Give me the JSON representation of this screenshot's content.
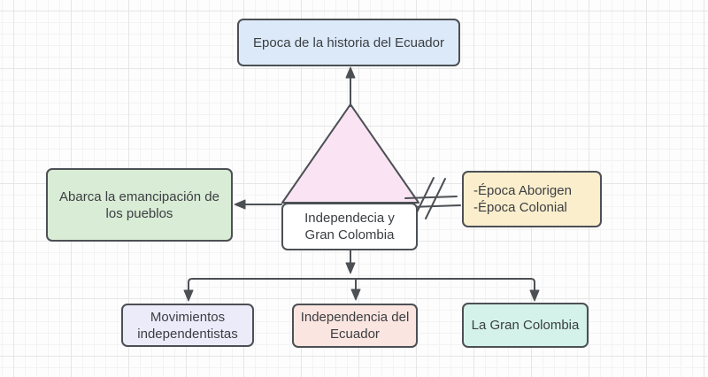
{
  "diagram_title": "Epoca de la historia del Ecuador",
  "nodes": {
    "top": {
      "label": "Epoca de la historia del Ecuador",
      "fill": "#dce9f9",
      "shape": "rounded-rectangle"
    },
    "left": {
      "label": "Abarca la emancipación de\nlos pueblos",
      "fill": "#d9ecd6",
      "shape": "rounded-rectangle"
    },
    "triangle": {
      "label": "",
      "fill": "#fae4f4",
      "shape": "triangle"
    },
    "center": {
      "label": "Independecia y\nGran Colombia",
      "fill": "#ffffff",
      "shape": "rounded-rectangle"
    },
    "right": {
      "label": "-Época Aborigen\n-Época Colonial",
      "fill": "#fbeecd",
      "shape": "rounded-rectangle"
    },
    "bottom_left": {
      "label": "Movimientos\nindependentistas",
      "fill": "#ebebfa",
      "shape": "rounded-rectangle"
    },
    "bottom_middle": {
      "label": "Independencia del\nEcuador",
      "fill": "#fbe5e0",
      "shape": "rounded-rectangle"
    },
    "bottom_right": {
      "label": "La Gran Colombia",
      "fill": "#d4f2ea",
      "shape": "rounded-rectangle"
    }
  },
  "connectors": [
    {
      "from": "triangle-apex",
      "to": "top",
      "style": "arrow-up"
    },
    {
      "from": "center",
      "to": "left",
      "style": "arrow-left"
    },
    {
      "from": "triangle-right",
      "to": "right",
      "style": "double-slash-break"
    },
    {
      "from": "center",
      "to": "distribution-line",
      "style": "arrow-down"
    },
    {
      "from": "distribution-line",
      "to": "bottom_left",
      "style": "arrow-down"
    },
    {
      "from": "distribution-line",
      "to": "bottom_middle",
      "style": "arrow-down"
    },
    {
      "from": "distribution-line",
      "to": "bottom_right",
      "style": "arrow-down"
    }
  ],
  "colors": {
    "stroke": "#4c5054",
    "text": "#3a3e41",
    "grid_minor": "#f3f3f3",
    "grid_major": "#e6e6e6",
    "canvas_background": "#fdfdfd"
  }
}
